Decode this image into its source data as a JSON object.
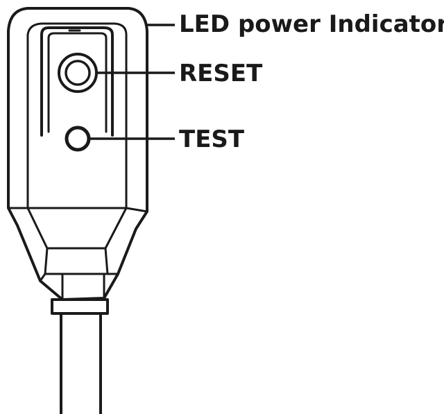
{
  "callouts": {
    "led": "LED power Indicator",
    "reset": "RESET",
    "test": "TEST"
  },
  "colors": {
    "ink": "#1a1a1a",
    "background": "#ffffff"
  },
  "icons": [
    "plug-housing",
    "led-window",
    "reset-button-icon",
    "test-button-icon",
    "power-cord"
  ]
}
